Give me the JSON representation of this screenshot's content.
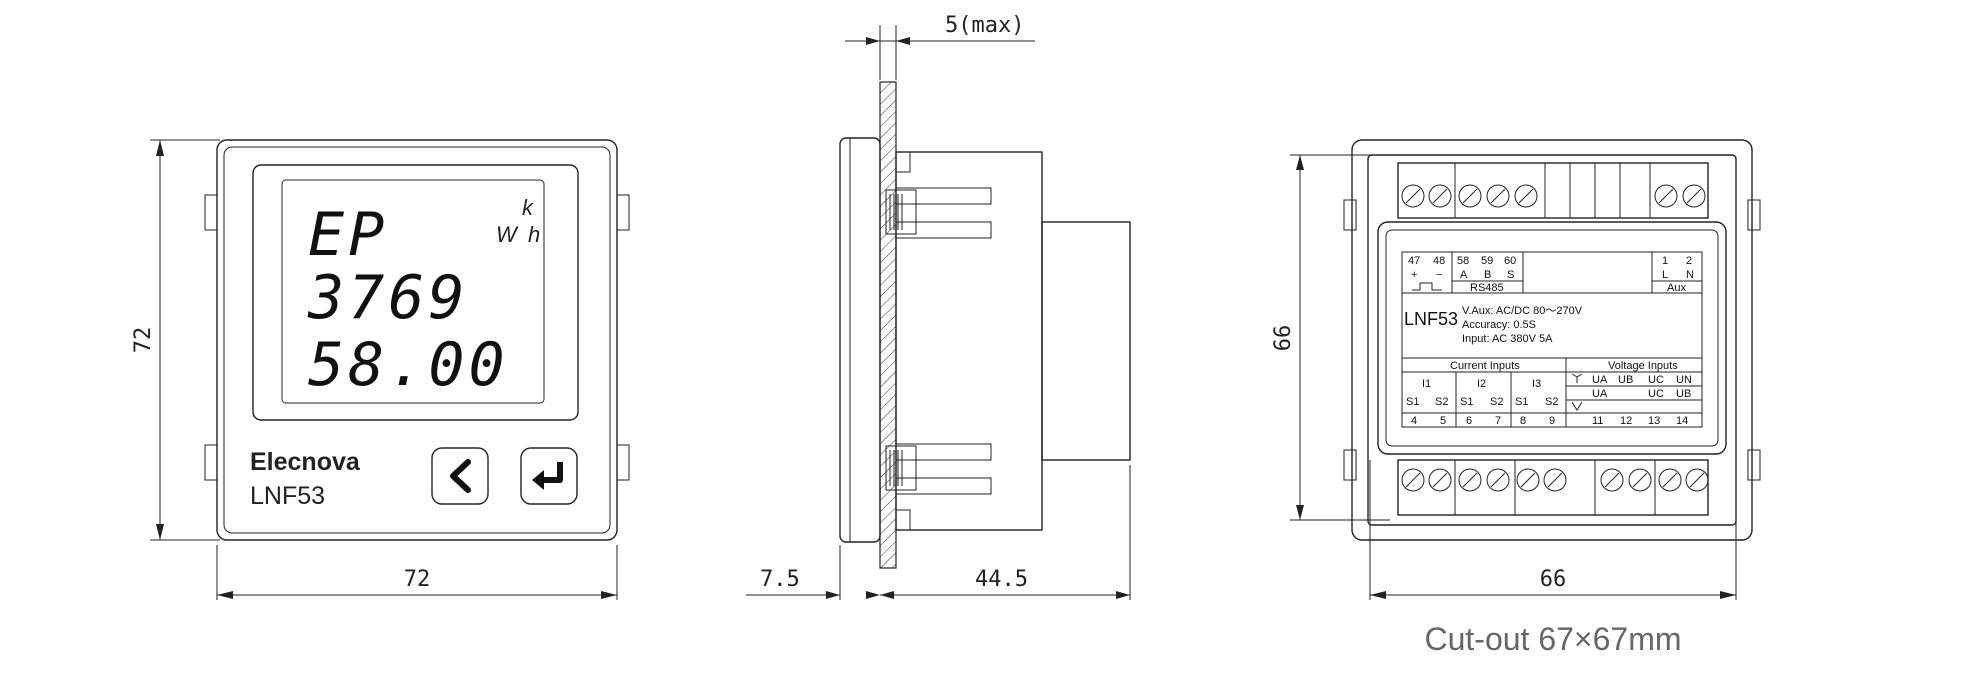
{
  "front": {
    "dim_height": "72",
    "dim_width": "72",
    "display": {
      "line1": "EP",
      "line2": "3769",
      "line3": "58.00",
      "unit_k": "k",
      "unit_w": "W",
      "unit_h": "h"
    },
    "brand": "Elecnova",
    "model": "LNF53"
  },
  "side": {
    "dim_top": "5(max)",
    "dim_left": "7.5",
    "dim_right": "44.5"
  },
  "back": {
    "dim_height": "66",
    "dim_width": "66",
    "caption": "Cut-out 67×67mm",
    "label": {
      "t47": "47",
      "t48": "48",
      "plus": "+",
      "minus": "−",
      "t58": "58",
      "t59": "59",
      "t60": "60",
      "a": "A",
      "b": "B",
      "s": "S",
      "rs485": "RS485",
      "t1": "1",
      "t2": "2",
      "l": "L",
      "n": "N",
      "aux": "Aux",
      "model": "LNF53",
      "vaux": "V.Aux:  AC/DC 80～270V",
      "accuracy": "Accuracy:  0.5S",
      "input": "Input:  AC 380V 5A",
      "current_inputs": "Current Inputs",
      "voltage_inputs": "Voltage Inputs",
      "i1": "I1",
      "i2": "I2",
      "i3": "I3",
      "s1": "S1",
      "s2": "S2",
      "t4": "4",
      "t5": "5",
      "t6": "6",
      "t7": "7",
      "t8": "8",
      "t9": "9",
      "ua": "UA",
      "ub": "UB",
      "uc": "UC",
      "un": "UN",
      "t11": "11",
      "t12": "12",
      "t13": "13",
      "t14": "14"
    }
  }
}
